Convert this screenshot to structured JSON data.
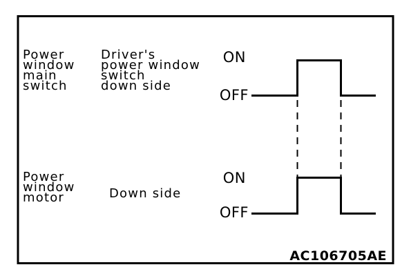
{
  "diagram": {
    "type": "timing-diagram",
    "figure_id": "AC106705AE",
    "colors": {
      "line": "#000000",
      "background": "#ffffff",
      "text": "#000000"
    },
    "rows": [
      {
        "component_lines": [
          "Power",
          "window",
          "main",
          "switch"
        ],
        "signal_lines": [
          "Driver's",
          "power window",
          "switch",
          "down side"
        ],
        "on_label": "ON",
        "off_label": "OFF",
        "waveform": {
          "states": [
            "OFF",
            "ON",
            "OFF"
          ],
          "pulse": "single rectangular pulse between dashed time markers"
        }
      },
      {
        "component_lines": [
          "Power",
          "window",
          "motor"
        ],
        "signal_lines": [
          "Down side"
        ],
        "on_label": "ON",
        "off_label": "OFF",
        "waveform": {
          "states": [
            "OFF",
            "ON",
            "OFF"
          ],
          "pulse": "single rectangular pulse aligned with row 1 pulse via dashed lines"
        }
      }
    ]
  }
}
